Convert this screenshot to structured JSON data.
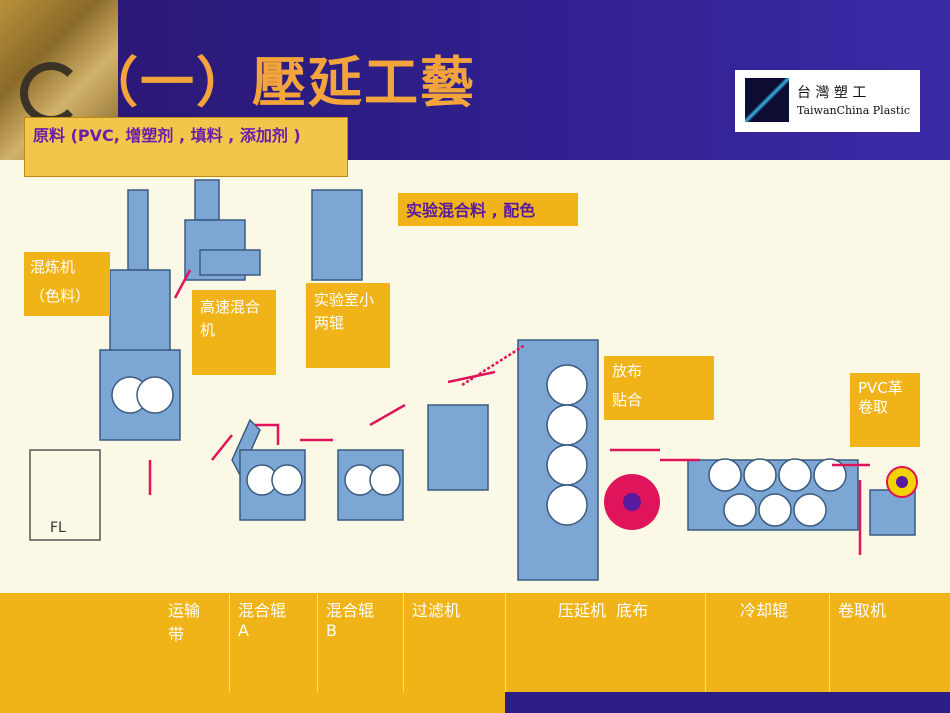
{
  "title": "（一）壓延工藝",
  "logo": {
    "line1": "台 灣 塑 工",
    "line2": "TaiwanChina Plastic"
  },
  "labels": {
    "raw_material": "原料 (PVC,  增塑剂 , 填料 , 添加剂 )",
    "lab_mix": "实验混合料 , 配色",
    "kneader_line1": "混炼机",
    "kneader_line2": "（色料）",
    "high_speed_mixer": "高速混合机",
    "lab_mill": "实验室小两辊",
    "fabric_line1": "放布",
    "fabric_line2": "贴合",
    "pvc_leather": "PVC革卷取"
  },
  "bottom_row": [
    {
      "text": "运输\n带"
    },
    {
      "text": "混合辊\nA"
    },
    {
      "text": "混合辊\nB"
    },
    {
      "text": "过滤机"
    },
    {
      "text": "压延机  底布"
    },
    {
      "text": "冷却辊"
    },
    {
      "text": "卷取机"
    }
  ],
  "diagram_text": {
    "fl": "FL"
  },
  "colors": {
    "title": "#f3a53b",
    "box": "#f0b419",
    "arrow": "#e0145a",
    "machine": "#7ca6d4"
  }
}
